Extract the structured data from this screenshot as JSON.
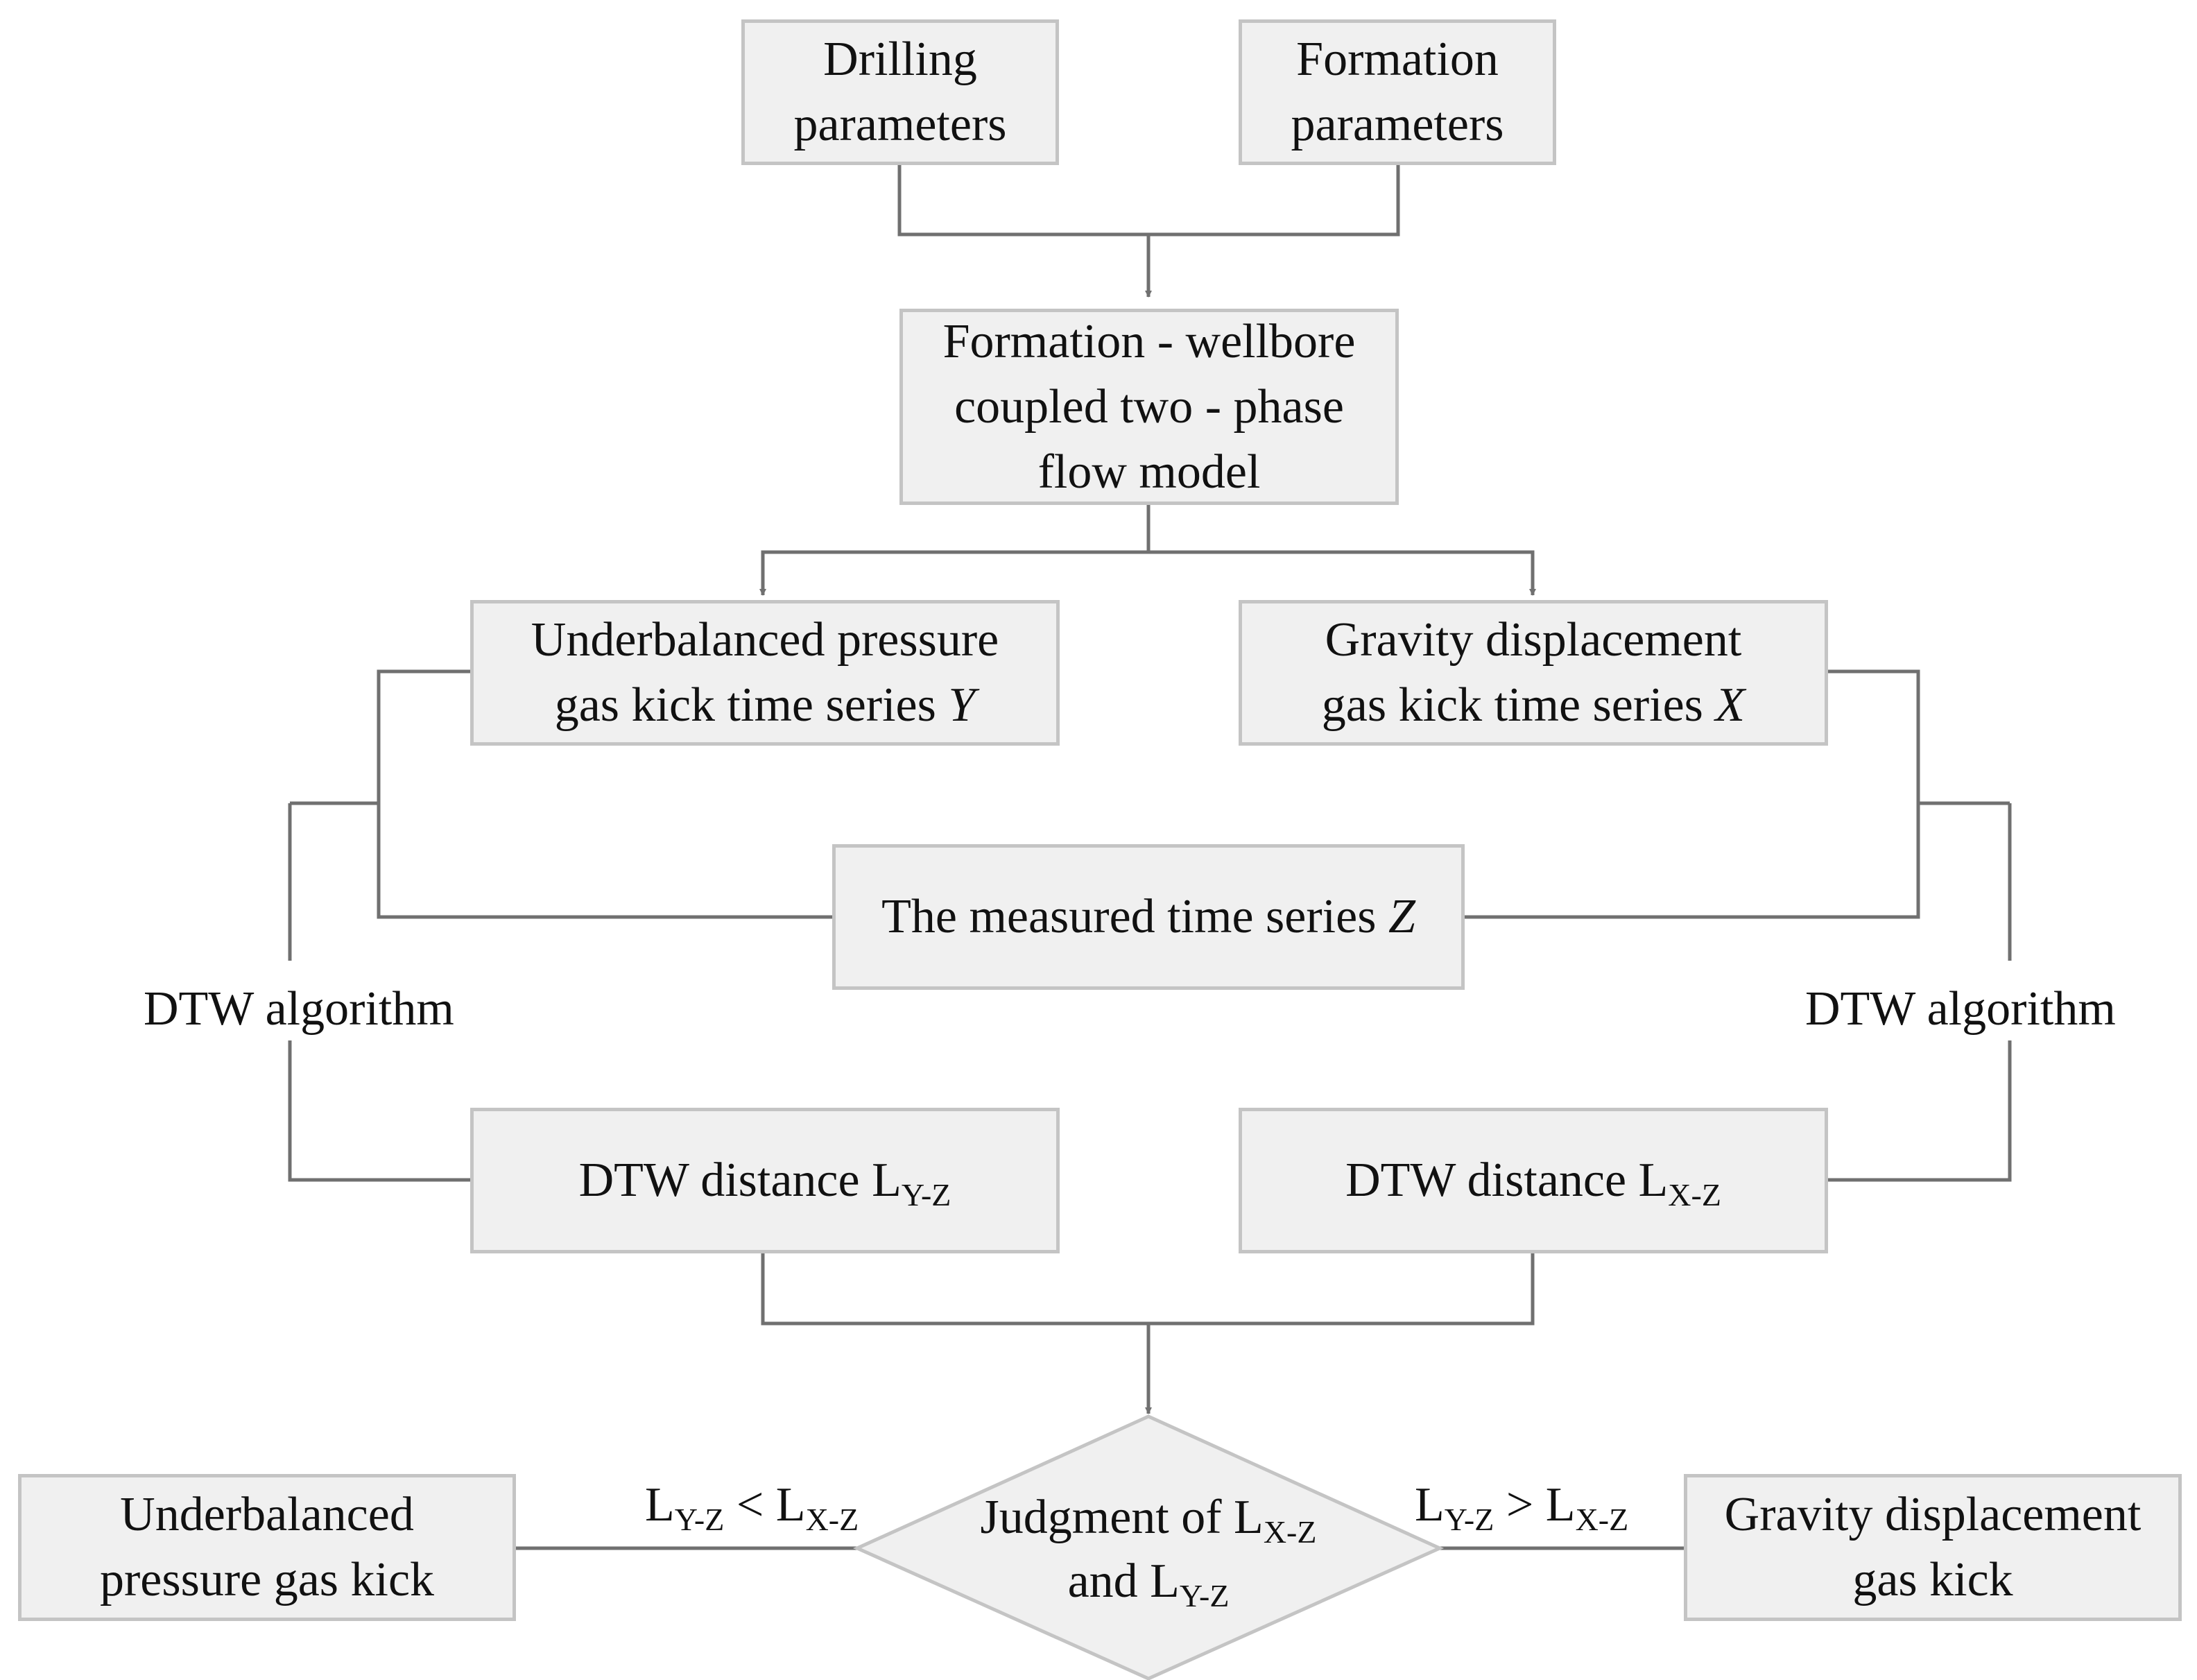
{
  "colors": {
    "box_fill": "#f0f0f0",
    "box_border": "#c4c4c4",
    "connector": "#707070"
  },
  "drilling": {
    "line1": "Drilling",
    "line2": "parameters"
  },
  "formation": {
    "line1": "Formation",
    "line2": "parameters"
  },
  "model": {
    "line1": "Formation - wellbore",
    "line2": "coupled two - phase",
    "line3": "flow model"
  },
  "underbalanced_series": {
    "line1": "Underbalanced pressure",
    "line2_prefix": "gas kick time series ",
    "var": "Y"
  },
  "gravity_series": {
    "line1": "Gravity displacement",
    "line2_prefix": "gas kick time series ",
    "var": "X"
  },
  "measured": {
    "prefix": "The measured time series ",
    "var": "Z"
  },
  "dtw_left": "DTW algorithm",
  "dtw_right": "DTW algorithm",
  "dist_yz": {
    "prefix": "DTW distance L",
    "sub": "Y-Z"
  },
  "dist_xz": {
    "prefix": "DTW distance L",
    "sub": "X-Z"
  },
  "judgment": {
    "line1_prefix": "Judgment of L",
    "line1_sub": "X-Z",
    "line2_prefix": "and L",
    "line2_sub": "Y-Z"
  },
  "cond_left": {
    "a": "L",
    "a_sub": "Y-Z",
    "op": " < L",
    "b_sub": "X-Z"
  },
  "cond_right": {
    "a": "L",
    "a_sub": "Y-Z",
    "op": " > L",
    "b_sub": "X-Z"
  },
  "result_left": {
    "line1": "Underbalanced",
    "line2": "pressure gas kick"
  },
  "result_right": {
    "line1": "Gravity displacement",
    "line2": "gas kick"
  }
}
